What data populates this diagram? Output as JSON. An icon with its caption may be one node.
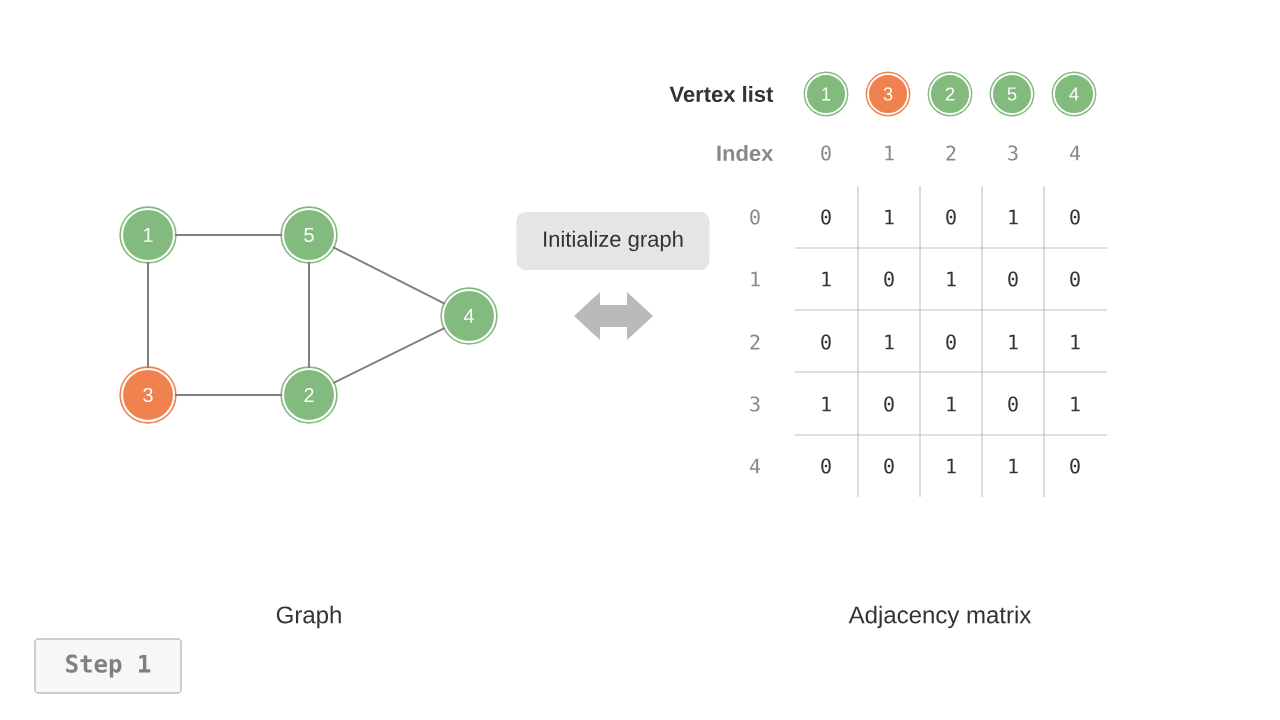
{
  "diagram": {
    "nodes": [
      {
        "text": [
          "1"
        ]
      },
      {
        "text": [
          "5"
        ]
      },
      {
        "text": [
          "4"
        ]
      },
      {
        "text": [
          "3"
        ]
      },
      {
        "text": [
          "2"
        ]
      },
      {
        "text": [
          "1"
        ]
      },
      {
        "text": [
          "3"
        ]
      },
      {
        "text": [
          "2"
        ]
      },
      {
        "text": [
          "5"
        ]
      },
      {
        "text": [
          "4"
        ]
      },
      {
        "text": [
          "Initialize graph"
        ]
      },
      {
        "text": [
          "Step 1"
        ]
      }
    ],
    "edges": [
      {
        "from": 0,
        "to": 1,
        "arrow": "none"
      },
      {
        "from": 0,
        "to": 3,
        "arrow": "none"
      },
      {
        "from": 1,
        "to": 4,
        "arrow": "none"
      },
      {
        "from": 1,
        "to": 2,
        "arrow": "none"
      },
      {
        "from": 3,
        "to": 4,
        "arrow": "none"
      },
      {
        "from": 4,
        "to": 2,
        "arrow": "none"
      }
    ],
    "labels": [
      "Vertex list",
      "Index",
      "0",
      "1",
      "2",
      "3",
      "4",
      "0",
      "0",
      "1",
      "0",
      "1",
      "0",
      "1",
      "1",
      "0",
      "1",
      "0",
      "0",
      "2",
      "0",
      "1",
      "0",
      "1",
      "1",
      "3",
      "1",
      "0",
      "1",
      "0",
      "1",
      "4",
      "0",
      "0",
      "1",
      "1",
      "0",
      "Graph",
      "Adjacency matrix"
    ]
  }
}
